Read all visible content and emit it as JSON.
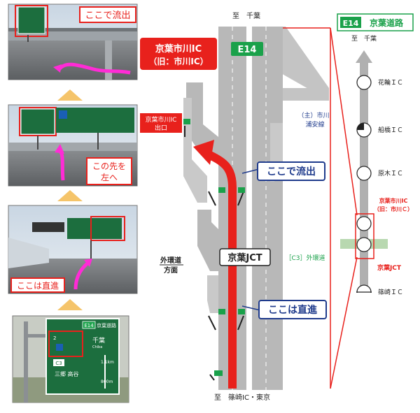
{
  "photos": [
    {
      "caption": "ここで流出"
    },
    {
      "caption_line1": "この先を",
      "caption_line2": "左へ"
    },
    {
      "caption": "ここは直進"
    },
    {
      "sign_route": "E14",
      "sign_road": "京葉道路",
      "sign_num": "2",
      "sign_dest1": "千葉",
      "sign_dest1_en": "Chiba",
      "sign_route2": "C3",
      "sign_dest2": "三郷 高谷",
      "sign_dist1": "1.1km",
      "sign_dist2": "800m"
    }
  ],
  "map": {
    "top_label": "至　千葉",
    "bottom_label": "至　篠崎IC・東京",
    "route_badge": "E14",
    "ic_callout_line1": "京葉市川IC",
    "ic_callout_line2": "（旧：市川IC）",
    "exit_label_line1": "京葉市川IC",
    "exit_label_line2": "出口",
    "side_road_line1": "（主）市川",
    "side_road_line2": "浦安線",
    "callout_exit": "ここで流出",
    "callout_straight": "ここは直進",
    "jct_label": "京葉JCT",
    "c3_label": "［C3］外環道",
    "gaikan_line1": "外環道",
    "gaikan_line2": "方面"
  },
  "route_strip": {
    "badge": "E14",
    "title": "京葉道路",
    "direction": "至　千葉",
    "stations": [
      {
        "name": "花輪ＩＣ"
      },
      {
        "name": "船橋ＩＣ"
      },
      {
        "name": "原木ＩＣ"
      },
      {
        "name": "京葉市川IC"
      },
      {
        "name": "京葉JCT"
      },
      {
        "name": "篠崎ＩＣ"
      }
    ],
    "ic_old_name": "（旧：市川Ｃ）"
  },
  "colors": {
    "route_green": "#1aa14a",
    "accent_red": "#e8211c",
    "callout_blue": "#1f3b8c",
    "road_gray": "#b8b8b8",
    "arrow_yellow": "#f5c46a",
    "magenta": "#ff2bd6"
  }
}
